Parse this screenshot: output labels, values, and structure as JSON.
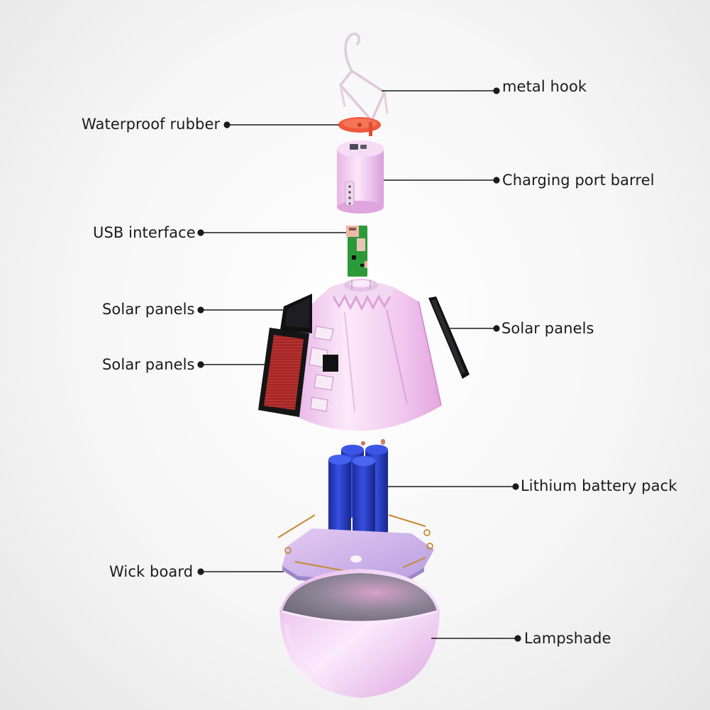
{
  "diagram": {
    "callouts": [
      {
        "id": "metal-hook",
        "label": "metal hook"
      },
      {
        "id": "waterproof-rubber",
        "label": "Waterproof rubber"
      },
      {
        "id": "charging-port-barrel",
        "label": "Charging port barrel"
      },
      {
        "id": "usb-interface",
        "label": "USB interface"
      },
      {
        "id": "solar-panels-upper-left",
        "label": "Solar panels"
      },
      {
        "id": "solar-panels-right",
        "label": "Solar panels"
      },
      {
        "id": "solar-panels-lower-left",
        "label": "Solar panels"
      },
      {
        "id": "lithium-battery-pack",
        "label": "Lithium battery pack"
      },
      {
        "id": "wick-board",
        "label": "Wick board"
      },
      {
        "id": "lampshade",
        "label": "Lampshade"
      }
    ]
  },
  "colors": {
    "plastic_pink": "#f2c8ef",
    "plastic_shadow": "#d9a0dc",
    "rubber": "#ef5a3c",
    "pcb": "#2d9a3a",
    "battery": "#2b3fc8",
    "solar_cell": "#a82626",
    "copper": "#c8892f",
    "leader_line": "#1b1b1b"
  }
}
